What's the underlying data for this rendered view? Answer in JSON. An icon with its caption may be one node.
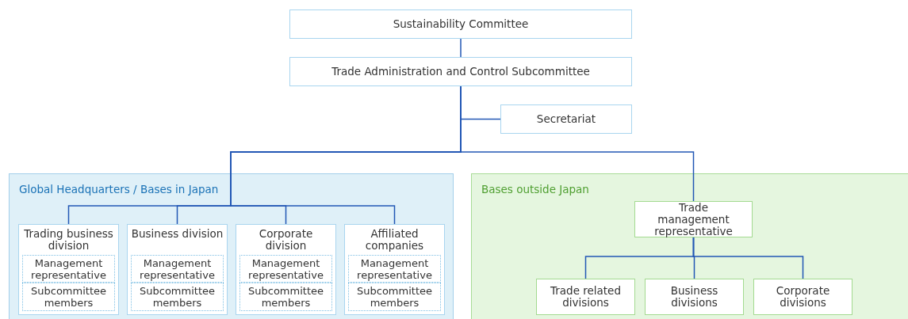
{
  "diagram": {
    "nodes": [
      {
        "text": [
          "Sustainability Committee"
        ]
      },
      {
        "text": [
          "Trade Administration and Control Subcommittee"
        ]
      },
      {
        "text": [
          "Secretariat"
        ]
      },
      {
        "text": [
          "Global Headquarters / Bases in Japan"
        ]
      },
      {
        "text": [
          "Trading business division"
        ],
        "in": 3
      },
      {
        "text": [
          "Management representative"
        ],
        "in": 4
      },
      {
        "text": [
          "Subcommittee members"
        ],
        "in": 4
      },
      {
        "text": [
          "Business division"
        ],
        "in": 3
      },
      {
        "text": [
          "Management representative"
        ],
        "in": 7
      },
      {
        "text": [
          "Subcommittee members"
        ],
        "in": 7
      },
      {
        "text": [
          "Corporate division"
        ],
        "in": 3
      },
      {
        "text": [
          "Management representative"
        ],
        "in": 10
      },
      {
        "text": [
          "Subcommittee members"
        ],
        "in": 10
      },
      {
        "text": [
          "Affiliated companies"
        ],
        "in": 3
      },
      {
        "text": [
          "Management representative"
        ],
        "in": 13
      },
      {
        "text": [
          "Subcommittee members"
        ],
        "in": 13
      },
      {
        "text": [
          "Bases outside Japan"
        ]
      },
      {
        "text": [
          "Trade management representative"
        ],
        "in": 16
      },
      {
        "text": [
          "Trade related divisions"
        ],
        "in": 16
      },
      {
        "text": [
          "Business divisions"
        ],
        "in": 16
      },
      {
        "text": [
          "Corporate divisions"
        ],
        "in": 16
      }
    ],
    "edges": [
      {
        "from": 0,
        "to": 1,
        "arrow": "none"
      },
      {
        "from": 1,
        "to": 2,
        "arrow": "none"
      },
      {
        "from": 1,
        "to": 4,
        "arrow": "none"
      },
      {
        "from": 1,
        "to": 7,
        "arrow": "none"
      },
      {
        "from": 1,
        "to": 10,
        "arrow": "none"
      },
      {
        "from": 1,
        "to": 13,
        "arrow": "none"
      },
      {
        "from": 1,
        "to": 17,
        "arrow": "none"
      },
      {
        "from": 17,
        "to": 18,
        "arrow": "none"
      },
      {
        "from": 17,
        "to": 19,
        "arrow": "none"
      },
      {
        "from": 17,
        "to": 20,
        "arrow": "none"
      }
    ]
  }
}
